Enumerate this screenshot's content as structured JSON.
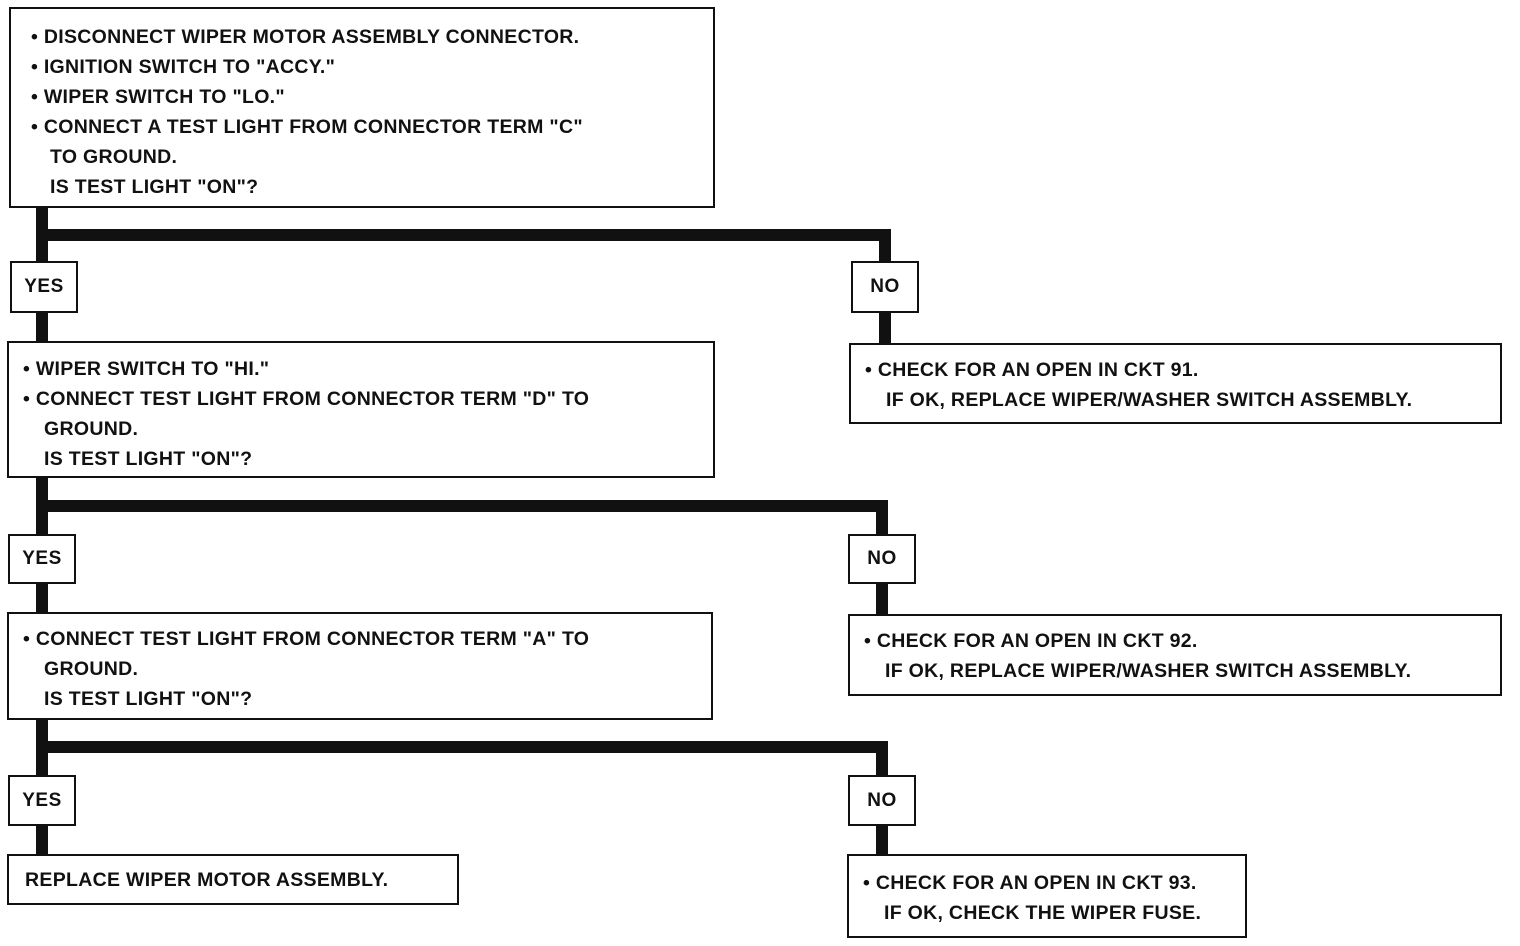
{
  "step1": {
    "lines": [
      "• DISCONNECT WIPER MOTOR ASSEMBLY CONNECTOR.",
      "• IGNITION SWITCH TO \"ACCY.\"",
      "• WIPER SWITCH TO \"LO.\"",
      "• CONNECT A TEST LIGHT FROM CONNECTOR TERM \"C\"",
      "TO GROUND.",
      "IS TEST LIGHT \"ON\"?"
    ]
  },
  "branch1": {
    "yes": "YES",
    "no": "NO"
  },
  "no1": {
    "lines": [
      "• CHECK FOR AN OPEN IN CKT 91.",
      "IF OK, REPLACE WIPER/WASHER SWITCH ASSEMBLY."
    ]
  },
  "step2": {
    "lines": [
      "• WIPER SWITCH TO \"HI.\"",
      "• CONNECT TEST LIGHT FROM CONNECTOR TERM \"D\" TO",
      "GROUND.",
      "IS TEST LIGHT \"ON\"?"
    ]
  },
  "branch2": {
    "yes": "YES",
    "no": "NO"
  },
  "no2": {
    "lines": [
      "• CHECK FOR AN OPEN IN CKT 92.",
      "IF OK, REPLACE WIPER/WASHER SWITCH ASSEMBLY."
    ]
  },
  "step3": {
    "lines": [
      "• CONNECT TEST LIGHT FROM CONNECTOR TERM \"A\" TO",
      "GROUND.",
      "IS TEST LIGHT \"ON\"?"
    ]
  },
  "branch3": {
    "yes": "YES",
    "no": "NO"
  },
  "yes3": {
    "text": "REPLACE WIPER MOTOR ASSEMBLY."
  },
  "no3": {
    "lines": [
      "• CHECK FOR AN OPEN IN CKT 93.",
      "IF OK, CHECK THE WIPER FUSE."
    ]
  }
}
